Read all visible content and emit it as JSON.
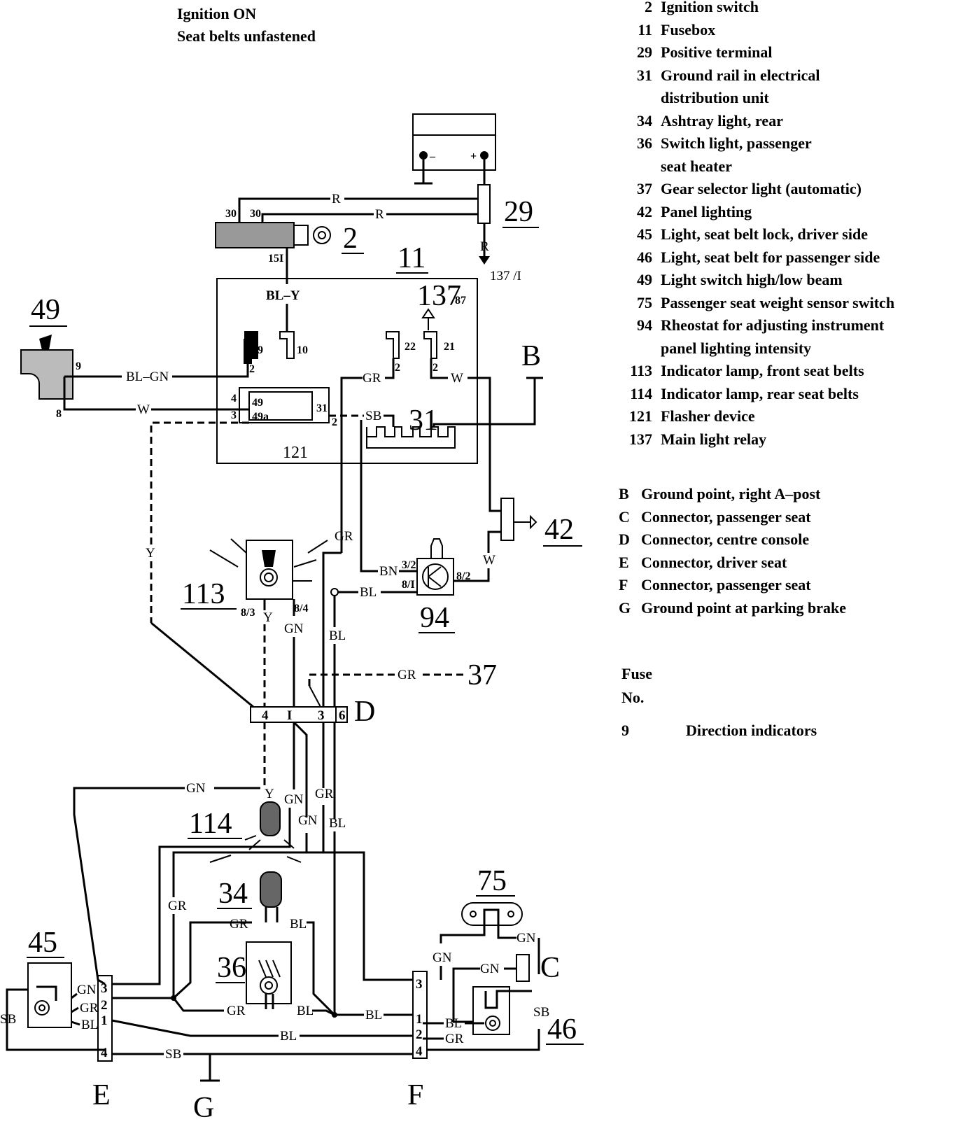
{
  "header": {
    "line1": "Ignition ON",
    "line2": "Seat belts unfastened"
  },
  "legend_components": [
    {
      "num": "2",
      "label": "Ignition switch"
    },
    {
      "num": "11",
      "label": "Fusebox"
    },
    {
      "num": "29",
      "label": "Positive terminal"
    },
    {
      "num": "31",
      "label": "Ground rail in electrical"
    },
    {
      "num": "",
      "label": "distribution unit"
    },
    {
      "num": "34",
      "label": "Ashtray light, rear"
    },
    {
      "num": "36",
      "label": "Switch light, passenger"
    },
    {
      "num": "",
      "label": "seat heater"
    },
    {
      "num": "37",
      "label": "Gear selector light (automatic)"
    },
    {
      "num": "42",
      "label": "Panel lighting"
    },
    {
      "num": "45",
      "label": "Light, seat belt lock, driver side"
    },
    {
      "num": "46",
      "label": "Light, seat belt for passenger side"
    },
    {
      "num": "49",
      "label": "Light switch high/low beam"
    },
    {
      "num": "75",
      "label": "Passenger seat weight sensor switch"
    },
    {
      "num": "94",
      "label": "Rheostat for adjusting instrument"
    },
    {
      "num": "",
      "label": "panel lighting intensity"
    },
    {
      "num": "113",
      "label": "Indicator lamp, front seat belts"
    },
    {
      "num": "114",
      "label": "Indicator lamp, rear seat belts"
    },
    {
      "num": "121",
      "label": "Flasher device"
    },
    {
      "num": "137",
      "label": "Main light relay"
    }
  ],
  "legend_points": [
    {
      "letter": "B",
      "label": "Ground point, right A–post"
    },
    {
      "letter": "C",
      "label": "Connector, passenger seat"
    },
    {
      "letter": "D",
      "label": "Connector, centre console"
    },
    {
      "letter": "E",
      "label": "Connector, driver seat"
    },
    {
      "letter": "F",
      "label": "Connector, passenger seat"
    },
    {
      "letter": "G",
      "label": "Ground point at parking brake"
    }
  ],
  "fuse": {
    "heading1": "Fuse",
    "heading2": "No.",
    "number": "9",
    "label": "Direction indicators"
  },
  "components": {
    "c29": "29",
    "c2": "2",
    "c11": "11",
    "c137": "137",
    "c137pin": "87",
    "c49": "49",
    "cB": "B",
    "c121": "121",
    "c31": "31",
    "c42": "42",
    "c113": "113",
    "c94": "94",
    "c37": "37",
    "cD": "D",
    "c114": "114",
    "c34": "34",
    "c75": "75",
    "c45": "45",
    "c36": "36",
    "cC": "C",
    "c46": "46",
    "cE": "E",
    "cF": "F",
    "cG": "G",
    "ref137": "137 /I"
  },
  "wire_labels": {
    "R1": "R",
    "R2": "R",
    "R3": "R",
    "BLY": "BL–Y",
    "BLGN": "BL–GN",
    "W1": "W",
    "GR1": "GR",
    "W2": "W",
    "SB1": "SB",
    "Y1": "Y",
    "GR2": "GR",
    "W3": "W",
    "BN": "BN",
    "BL1": "BL",
    "BL2": "BL",
    "Y2": "Y",
    "GN1": "GN",
    "GR3": "GR",
    "GN2": "GN",
    "Y3": "Y",
    "GN3": "GN",
    "GR4": "GR",
    "GN4": "GN",
    "BL3": "BL",
    "GR5": "GR",
    "GR6": "GR",
    "BL4": "BL",
    "GN5": "GN",
    "GN6": "GN",
    "GN7": "GN",
    "GN8": "GN",
    "GR7": "GR",
    "BL5": "BL",
    "SB2": "SB",
    "GR8": "GR",
    "BL6": "BL",
    "BL7": "BL",
    "SB3": "SB",
    "BL8": "BL",
    "GR9": "GR",
    "SB4": "SB"
  },
  "pin_labels": {
    "p30a": "30",
    "p30b": "30",
    "p15": "15I",
    "p9a": "9",
    "p10": "10",
    "p2a": "2",
    "p22": "22",
    "p21": "21",
    "p2b": "2",
    "p2c": "2",
    "p9b": "9",
    "p8": "8",
    "p4a": "4",
    "p3a": "3",
    "p49": "49",
    "p49a": "49a",
    "p31": "31",
    "p2d": "2",
    "p32": "3/2",
    "p81": "8/I",
    "p82": "8/2",
    "p83": "8/3",
    "p84": "8/4",
    "d4": "4",
    "d1": "I",
    "d3": "3",
    "d6": "6",
    "e3": "3",
    "e2": "2",
    "e1": "1",
    "e4": "4",
    "f3": "3",
    "f1": "1",
    "f2": "2",
    "f4": "4",
    "bm": "–",
    "bp": "+"
  }
}
